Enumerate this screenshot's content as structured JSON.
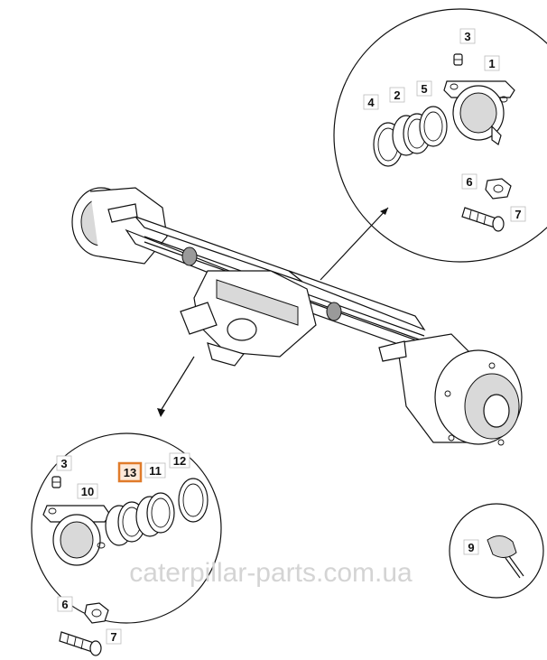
{
  "callouts": {
    "c1": "1",
    "c2": "2",
    "c3_top": "3",
    "c4": "4",
    "c5": "5",
    "c6_top": "6",
    "c7_top": "7",
    "c3_bottom": "3",
    "c10": "10",
    "c13": "13",
    "c11": "11",
    "c12": "12",
    "c6_bottom": "6",
    "c7_bottom": "7",
    "c9": "9"
  },
  "watermark": "caterpillar-parts.com.ua",
  "colors": {
    "highlight": "#e07b2a",
    "line": "#111111",
    "shade": "#d9d9d9",
    "watermark": "#d4d4d4"
  }
}
